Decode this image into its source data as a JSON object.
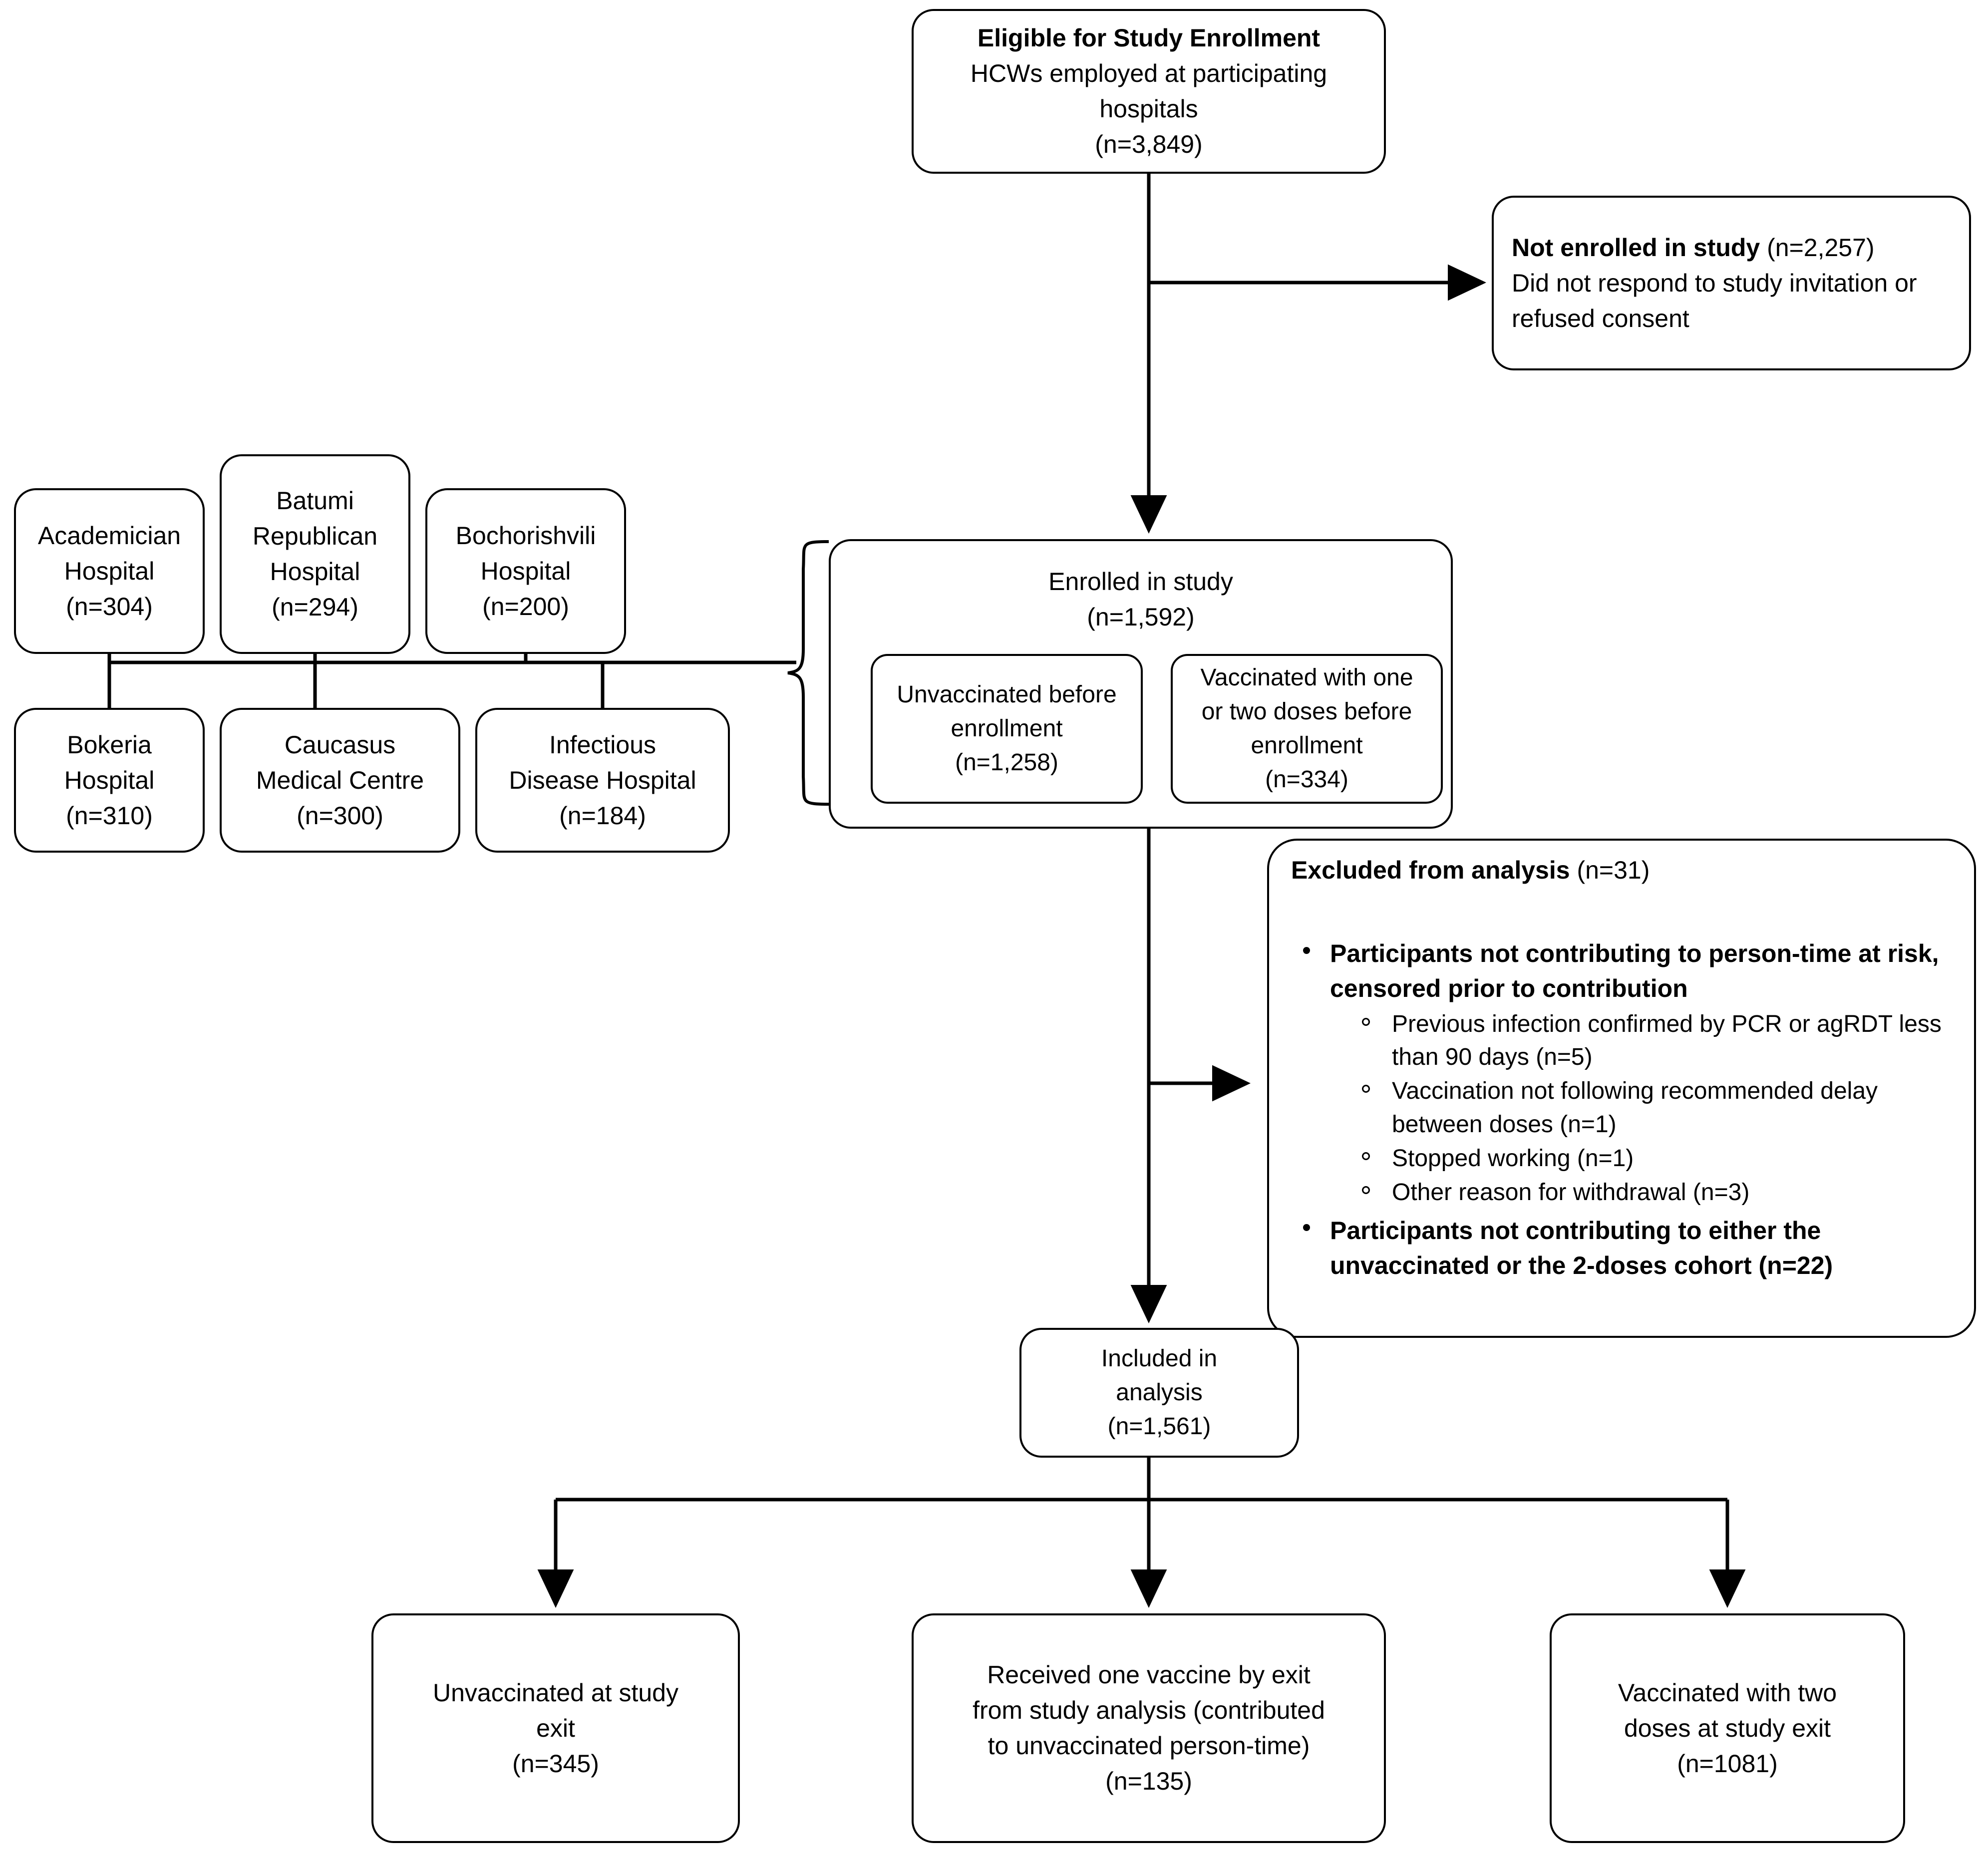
{
  "diagram": {
    "title": "CONSORT-style participant flow diagram",
    "line_color": "#000000",
    "background": "#ffffff"
  },
  "nodes": {
    "eligible": {
      "lines": [
        "Eligible for Study Enrollment",
        "HCWs employed at participating",
        "hospitals",
        "(n=3,849)"
      ],
      "bold_first_line": true
    },
    "not_enrolled": {
      "label_bold": "Not enrolled in study",
      "label_count": " (n=2,257)",
      "lines": [
        "Did not respond to study invitation or",
        "refused consent"
      ]
    },
    "hospitals": [
      {
        "name_lines": [
          "Academician",
          "Hospital"
        ],
        "count": "(n=304)"
      },
      {
        "name_lines": [
          "Batumi",
          "Republican",
          "Hospital"
        ],
        "count": "(n=294)"
      },
      {
        "name_lines": [
          "Bochorishvili",
          "Hospital"
        ],
        "count": "(n=200)"
      },
      {
        "name_lines": [
          "Bokeria",
          "Hospital"
        ],
        "count": "(n=310)"
      },
      {
        "name_lines": [
          "Caucasus",
          "Medical Centre"
        ],
        "count": "(n=300)"
      },
      {
        "name_lines": [
          "Infectious",
          "Disease Hospital"
        ],
        "count": "(n=184)"
      }
    ],
    "enrolled": {
      "lines": [
        "Enrolled in study",
        "(n=1,592)"
      ],
      "sub_boxes": [
        {
          "lines": [
            "Unvaccinated before",
            "enrollment",
            "(n=1,258)"
          ]
        },
        {
          "lines": [
            "Vaccinated with one",
            "or two doses before",
            "enrollment",
            "(n=334)"
          ]
        }
      ]
    },
    "excluded": {
      "title_bold": "Excluded from analysis",
      "title_count": " (n=31)",
      "bullets": [
        {
          "text": "Participants not contributing to person-time at risk, censored prior to contribution",
          "sub": [
            "Previous infection confirmed by PCR or agRDT less than 90 days (n=5)",
            "Vaccination not following recommended delay between doses (n=1)",
            "Stopped working (n=1)",
            "Other reason for withdrawal (n=3)"
          ]
        },
        {
          "text": "Participants not contributing to either the unvaccinated or the 2-doses cohort (n=22)",
          "sub": []
        }
      ]
    },
    "included": {
      "lines": [
        "Included in",
        "analysis",
        "(n=1,561)"
      ]
    },
    "outcomes": [
      {
        "lines": [
          "Unvaccinated at study",
          "exit",
          "(n=345)"
        ]
      },
      {
        "lines": [
          "Received one vaccine by exit",
          "from study analysis (contributed",
          "to unvaccinated person-time)",
          "(n=135)"
        ]
      },
      {
        "lines": [
          "Vaccinated with two",
          "doses at study exit",
          "(n=1081)"
        ]
      }
    ]
  }
}
